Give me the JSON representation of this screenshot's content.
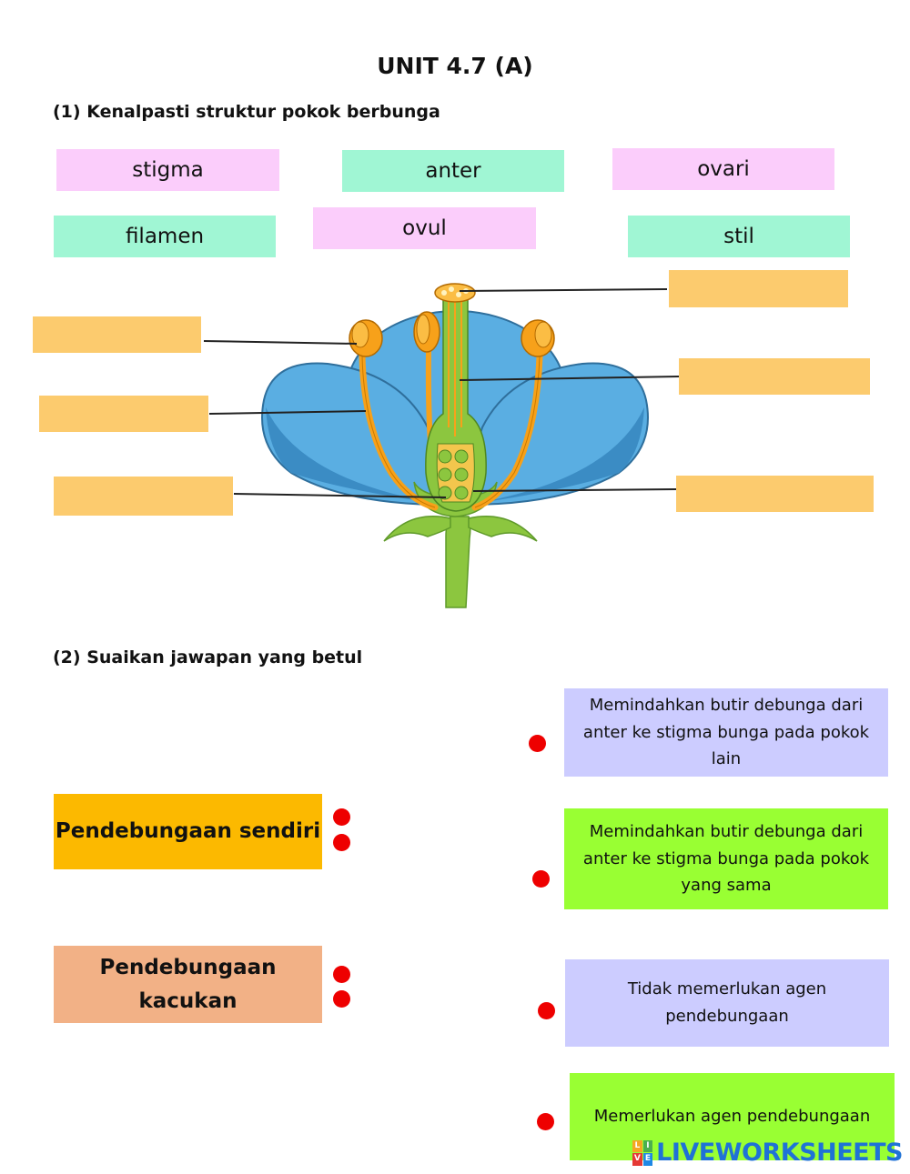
{
  "title": "UNIT 4.7 (A)",
  "section1": {
    "heading": "(1) Kenalpasti struktur pokok berbunga",
    "word_bank": [
      "stigma",
      "anter",
      "ovari",
      "filamen",
      "ovul",
      "stil"
    ],
    "answer_boxes": [
      "",
      "",
      "",
      "",
      "",
      ""
    ]
  },
  "section2": {
    "heading": "(2) Suaikan jawapan yang betul",
    "terms": [
      "Pendebungaan sendiri",
      "Pendebungaan kacukan"
    ],
    "descriptions": [
      "Memindahkan butir debunga dari anter ke stigma bunga pada pokok lain",
      "Memindahkan butir debunga dari anter ke stigma bunga pada pokok yang sama",
      "Tidak memerlukan agen pendebungaan",
      "Memerlukan agen pendebungaan"
    ]
  },
  "branding": {
    "logo_text": "LIVEWORKSHEETS",
    "logo_icon": "liveworksheets-logo-icon"
  },
  "colors": {
    "pink_chip": "#fbcdfb",
    "mint_chip": "#a0f6d4",
    "answer_box": "#fccb6e",
    "term1": "#fcb900",
    "term2": "#f2b186",
    "lavender": "#ccccff",
    "lime": "#99ff33",
    "dot": "#ee0000",
    "petal": "#5aaee2",
    "stamen": "#f7a11a",
    "stem": "#8cc63f"
  }
}
